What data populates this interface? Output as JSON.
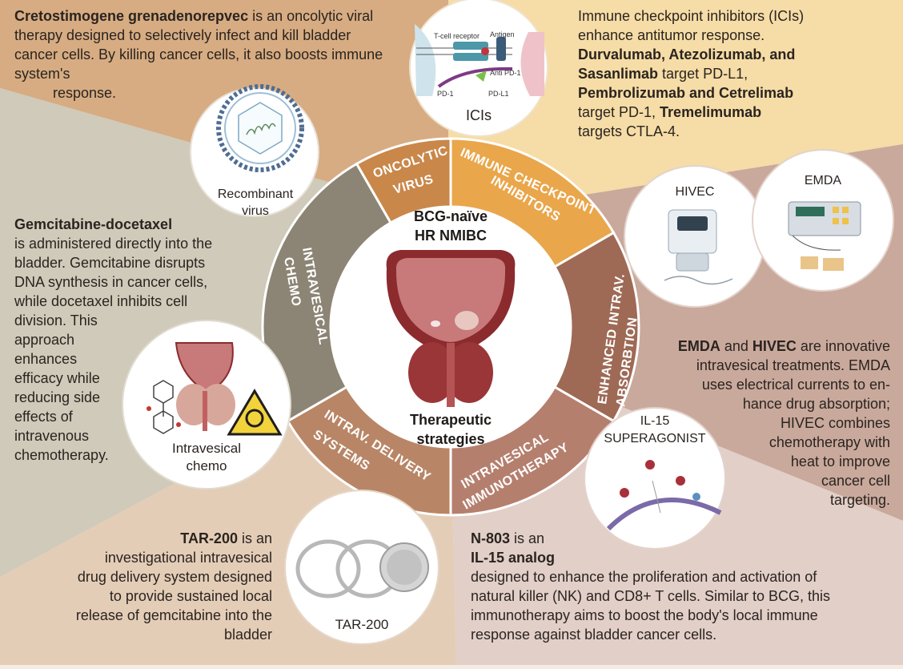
{
  "center": {
    "title_line1": "BCG-naïve",
    "title_line2": "HR NMIBC",
    "bottom_line1": "Therapeutic",
    "bottom_line2": "strategies"
  },
  "segments": {
    "oncolytic_1": "ONCOLYTIC",
    "oncolytic_2": "VIRUS",
    "ici_1": "IMMUNE CHECKPOINT",
    "ici_2": "INHIBITORS",
    "enhanced_1": "ENHANCED INTRAV.",
    "enhanced_2": "ABSORBTION",
    "immuno_1": "INTRAVESICAL",
    "immuno_2": "IMMUNOTHERAPY",
    "delivery_1": "INTRAV. DELIVERY",
    "delivery_2": "SYSTEMS",
    "chemo_1": "INTRAVESICAL",
    "chemo_2": "CHEMO"
  },
  "circles": {
    "virus_1": "Recombinant",
    "virus_2": "virus",
    "ici": "ICIs",
    "ici_tcell": "T-cell receptor",
    "ici_antigen": "Antigen",
    "ici_antipd1": "Anti PD-1",
    "ici_pd1": "PD-1",
    "ici_pdl1": "PD-L1",
    "hivec": "HIVEC",
    "emda": "EMDA",
    "il15_1": "IL-15",
    "il15_2": "SUPERAGONIST",
    "chemo_1": "Intravesical",
    "chemo_2": "chemo",
    "tar": "TAR-200"
  },
  "panels": {
    "virus": {
      "bold": "Cretostimogene grenadenorepvec",
      "text": " is an oncolytic viral therapy designed to selectively infect and kill bladder cancer cells. By killing cancer cells, it  also boosts immune system's",
      "text2": "response."
    },
    "ici": {
      "line1": "Immune checkpoint inhibitors (ICIs)",
      "line2": "enhance antitumor response.",
      "bold1": "Durvalumab, Atezolizumab, and",
      "bold2": "Sasanlimab",
      "plain2": " target PD-L1,",
      "bold3": "Pembrolizumab and Cetrelimab",
      "plain3": "target PD-1, ",
      "bold4": "Tremelimumab",
      "plain4": "targets CTLA-4."
    },
    "chemo": {
      "bold": "Gemcitabine-docetaxel",
      "l1": "is administered directly into the",
      "l2": "bladder. Gemcitabine disrupts",
      "l3": "DNA synthesis in cancer cells,",
      "l4": "while docetaxel inhibits cell",
      "l5": "division. This",
      "l6": "approach",
      "l7": "enhances",
      "l8": "efficacy while",
      "l9": "reducing side",
      "l10": "effects of",
      "l11": "intravenous",
      "l12": "chemotherapy."
    },
    "emda": {
      "b1": "EMDA",
      "p1": " and ",
      "b2": "HIVEC",
      "p2": " are innovative",
      "l2": "intravesical treatments. EMDA",
      "l3": "uses electrical currents to en-",
      "l4": "hance drug absorption;",
      "l5": "HIVEC combines",
      "l6": "chemotherapy with",
      "l7": "heat to improve",
      "l8": "cancer cell",
      "l9": "targeting."
    },
    "tar": {
      "bold": "TAR-200",
      "p1": " is an",
      "l2": "investigational intravesical",
      "l3": "drug delivery system designed",
      "l4": "to provide sustained local",
      "l5": "release of gemcitabine into the",
      "l6": "bladder"
    },
    "n803": {
      "bold1": "N-803",
      "p1": " is an",
      "bold2": "IL-15 analog",
      "l3": "designed to enhance the proliferation and activation of",
      "l4": "natural killer (NK) and CD8+ T cells. Similar to BCG, this",
      "l5": "immunotherapy aims to boost the body's local immune",
      "l6": "response against bladder cancer cells."
    }
  },
  "colors": {
    "oncolytic": "#c9874a",
    "ici": "#e9a64b",
    "enhanced": "#9e6a55",
    "immuno": "#b57f6e",
    "delivery": "#b88666",
    "chemo": "#8c8474",
    "bg_virus": "#d7ac82",
    "bg_ici": "#f6dca6",
    "bg_enhanced": "#c9a99c",
    "bg_immuno": "#e2cfc8",
    "bg_delivery": "#e4cdb7",
    "bg_chemo": "#cfcab9"
  }
}
